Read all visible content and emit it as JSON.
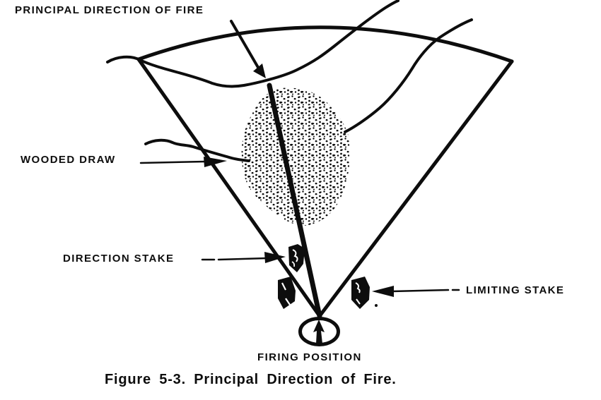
{
  "figure": {
    "caption": "Figure 5-3. Principal Direction of Fire.",
    "colors": {
      "background": "#ffffff",
      "ink": "#0d0d0d"
    }
  },
  "labels": {
    "principal_direction_of_fire": "PRINCIPAL DIRECTION OF FIRE",
    "wooded_draw": "WOODED DRAW",
    "direction_stake": "DIRECTION STAKE",
    "limiting_stake": "LIMITING STAKE",
    "firing_position": "FIRING POSITION"
  },
  "symbols": [
    {
      "name": "sector-of-fire-fan"
    },
    {
      "name": "principal-direction-line"
    },
    {
      "name": "wooded-draw-vegetation"
    },
    {
      "name": "direction-stake"
    },
    {
      "name": "left-limiting-stake"
    },
    {
      "name": "right-limiting-stake"
    },
    {
      "name": "firing-position-symbol"
    }
  ]
}
